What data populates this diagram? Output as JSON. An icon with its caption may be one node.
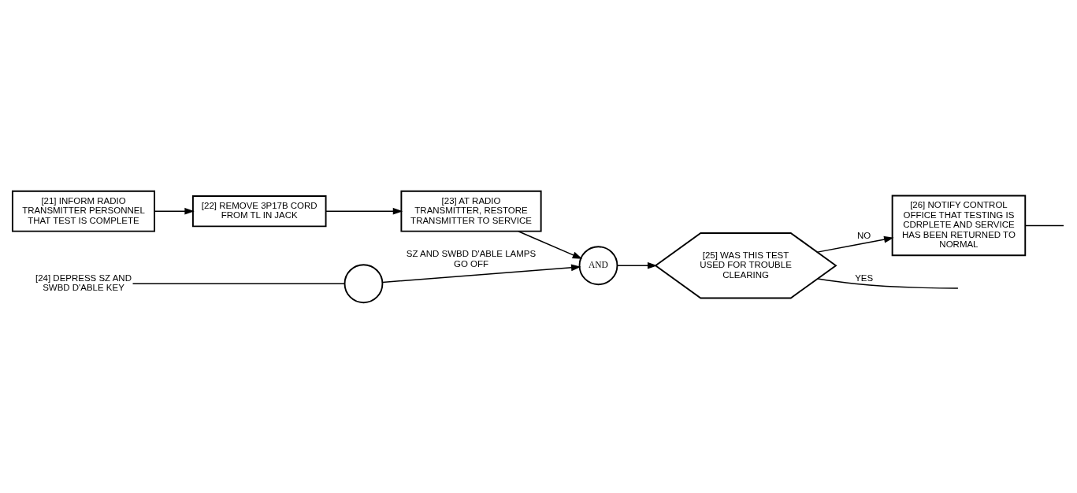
{
  "diagram": {
    "nodes": [
      {
        "text": [
          "[21] INFORM RADIO TRANSMITTER PERSONNEL THAT TEST IS COMPLETE"
        ]
      },
      {
        "text": [
          "[22] REMOVE 3P17B CORD FROM TL IN JACK"
        ]
      },
      {
        "text": [
          "[23] AT RADIO TRANSMITTER, RESTORE TRANSMITTER TO SERVICE"
        ]
      },
      {
        "text": [
          "[24] DEPRESS SZ AND SWBD D'ABLE KEY"
        ]
      },
      {
        "text": [],
        "shape": "circle"
      },
      {
        "text": [
          "AND"
        ]
      },
      {
        "text": [
          "[25] WAS THIS TEST USED FOR TROUBLE CLEARING"
        ]
      },
      {
        "text": [
          "[26] NOTIFY CONTROL OFFICE THAT TESTING IS CDRPLETE AND SERVICE HAS BEEN RETURNED TO NORMAL"
        ]
      }
    ],
    "edges": [
      {
        "from": 0,
        "to": 1,
        "arrow": "to"
      },
      {
        "from": 1,
        "to": 2,
        "arrow": "to"
      },
      {
        "from": 2,
        "to": 5,
        "arrow": "to"
      },
      {
        "from": 3,
        "to": 4,
        "arrow": "none"
      },
      {
        "from": 4,
        "to": 5,
        "arrow": "to",
        "label": "SZ AND SWBD D'ABLE LAMPS GO OFF"
      },
      {
        "from": 5,
        "to": 6,
        "arrow": "to"
      },
      {
        "from": 6,
        "to": null,
        "arrow": "none",
        "label": "YES"
      },
      {
        "from": 6,
        "to": 7,
        "arrow": "to",
        "label": "NO"
      },
      {
        "from": 7,
        "to": null,
        "arrow": "none"
      }
    ]
  }
}
